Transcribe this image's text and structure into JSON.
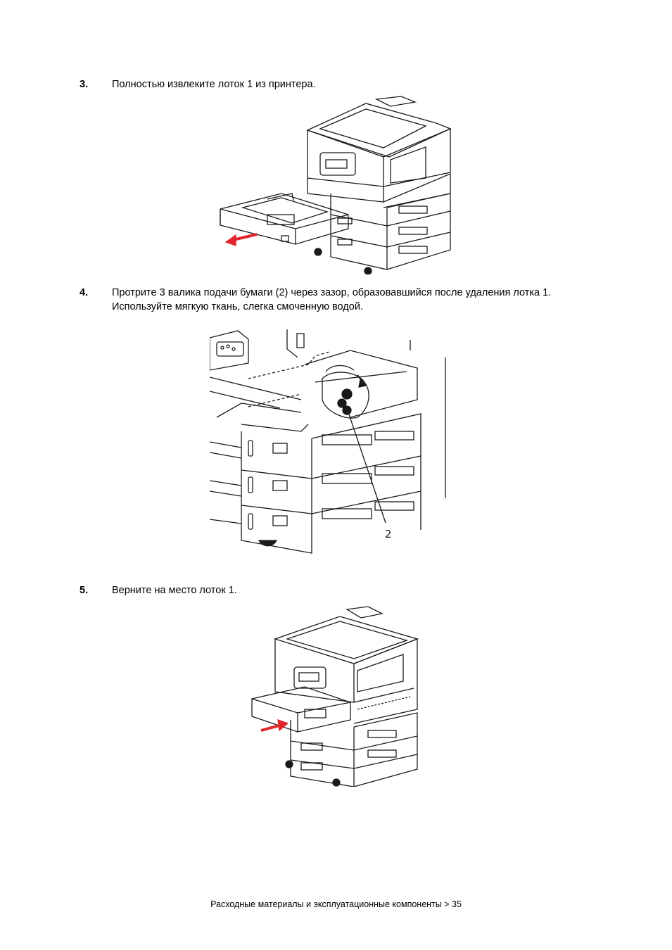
{
  "steps": [
    {
      "number": "3.",
      "text": "Полностью извлеките лоток 1 из принтера."
    },
    {
      "number": "4.",
      "text": "Протрите 3 валика подачи бумаги (2) через зазор, образовавшийся после удаления лотка 1. Используйте мягкую ткань, слегка смоченную водой."
    },
    {
      "number": "5.",
      "text": "Верните на место лоток 1."
    }
  ],
  "figure2": {
    "callout": "2"
  },
  "footer": {
    "text": "Расходные материалы и эксплуатационные компоненты > 35"
  },
  "colors": {
    "arrow": "#e0262b",
    "line": "#1a1a1a"
  }
}
